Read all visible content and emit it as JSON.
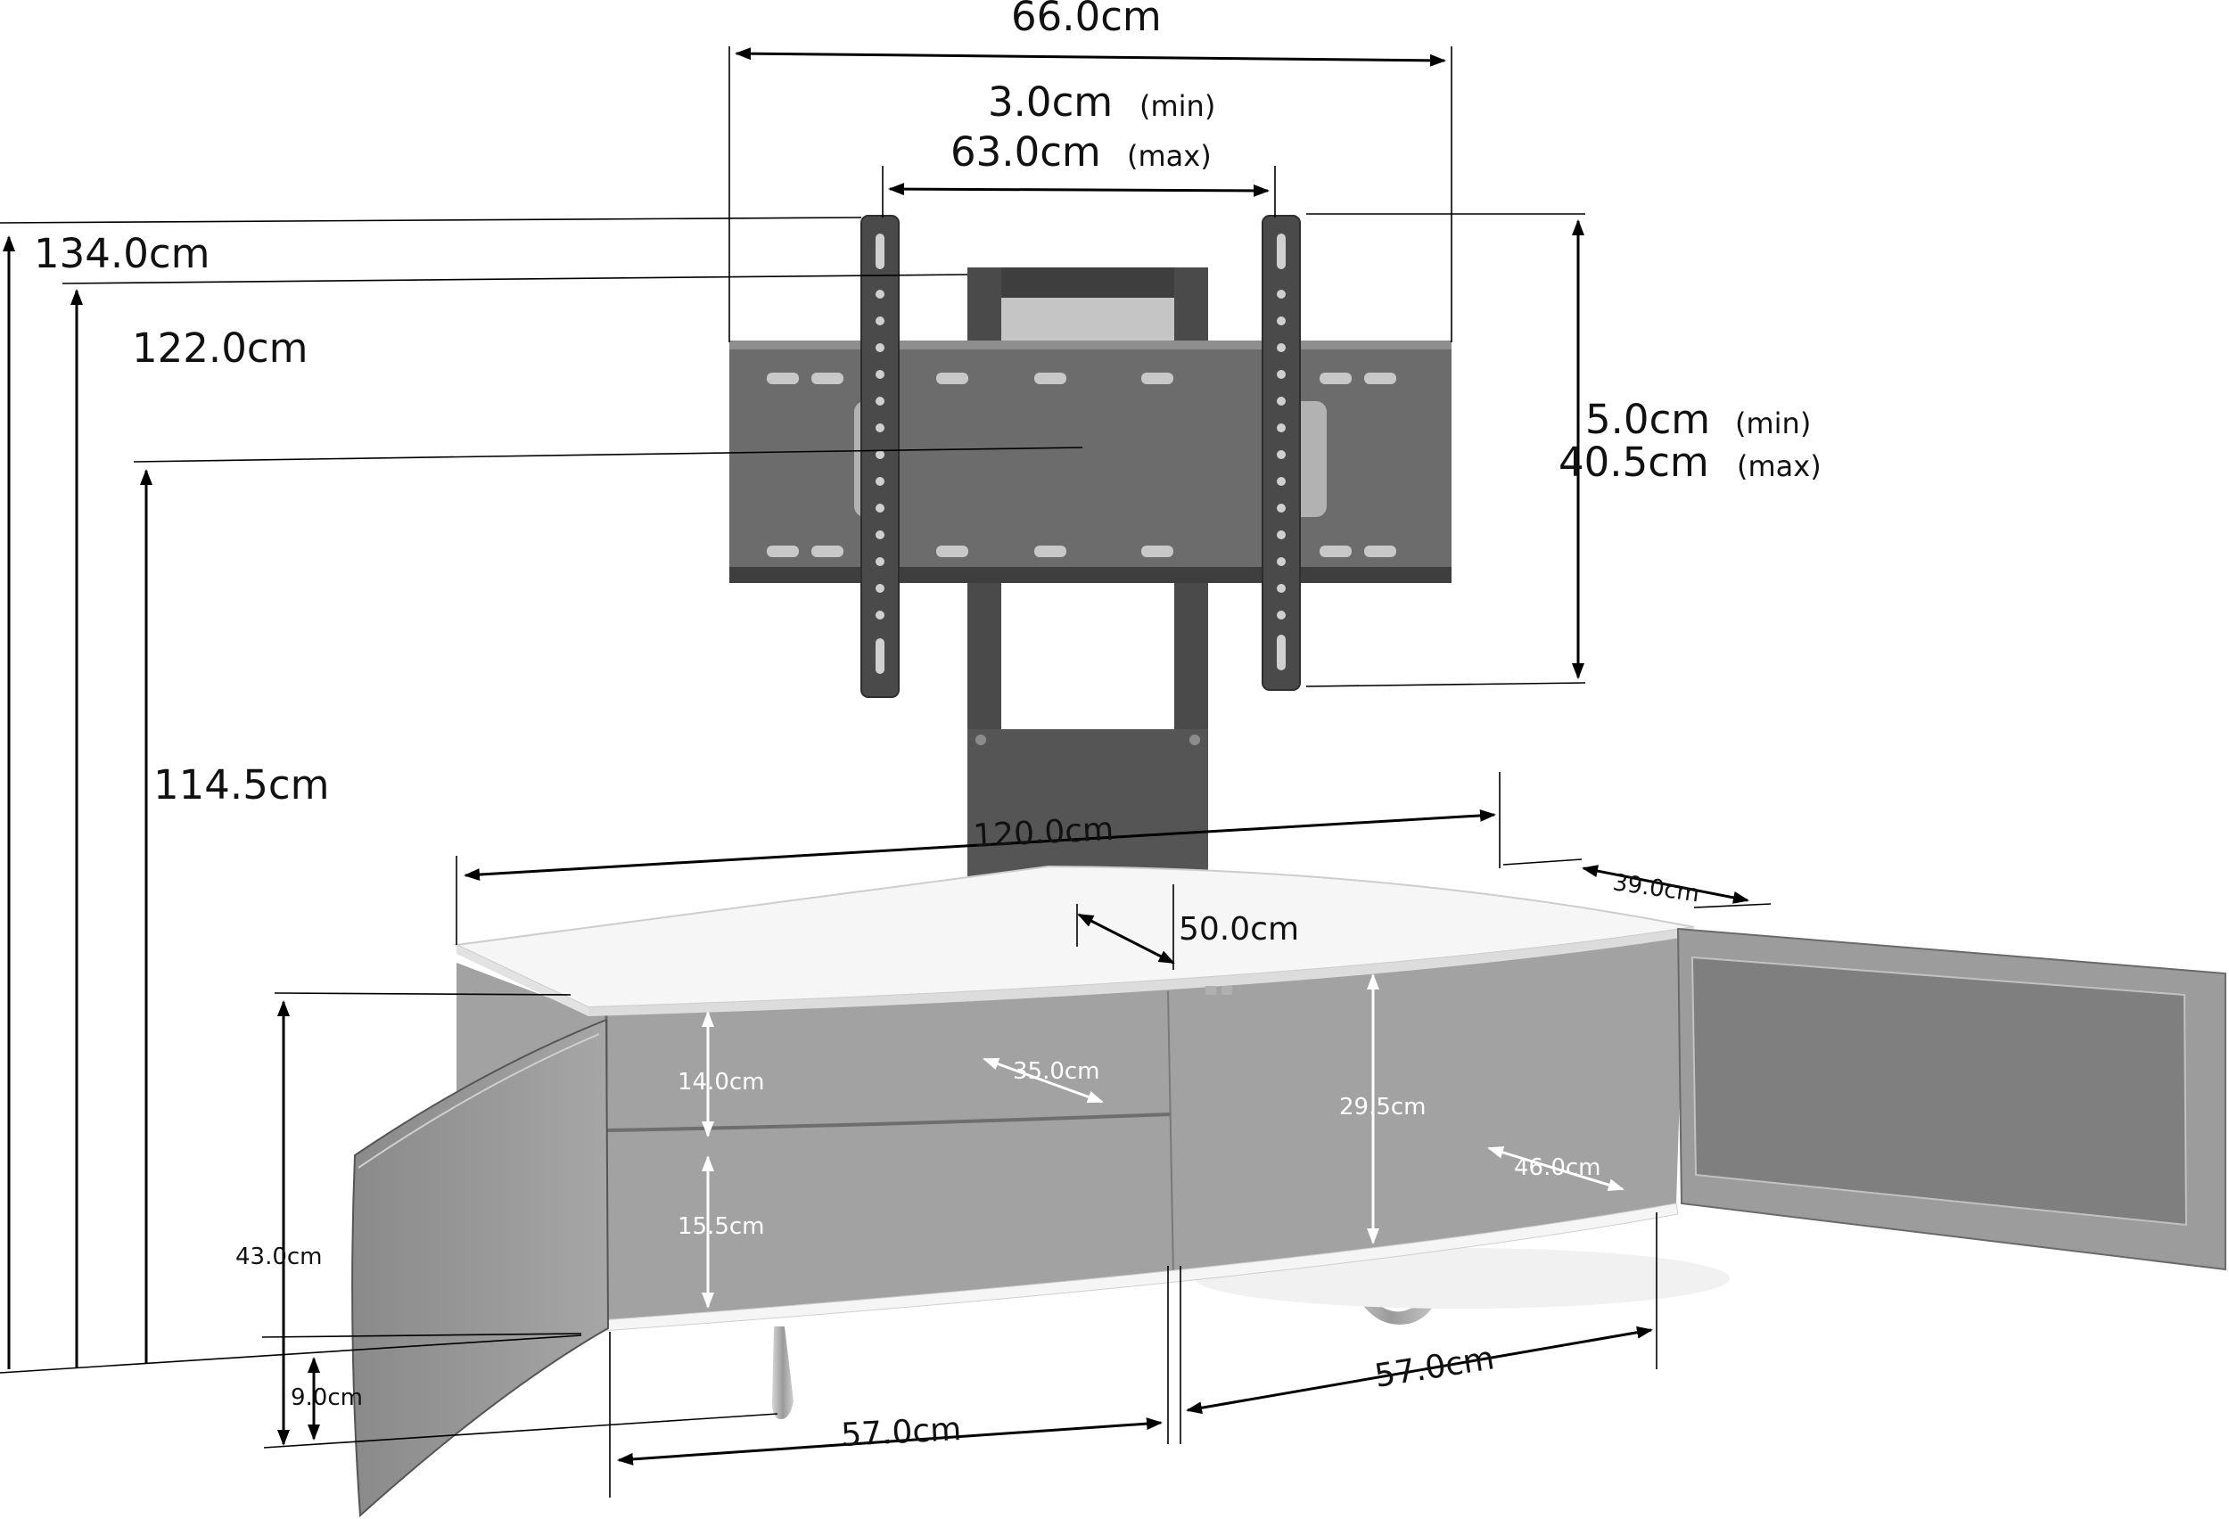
{
  "dimensions": {
    "bracket_width": "66.0cm",
    "bracket_spread_min": "3.0cm",
    "bracket_spread_min_note": "(min)",
    "bracket_spread_max": "63.0cm",
    "bracket_spread_max_note": "(max)",
    "bracket_height_min": "5.0cm",
    "bracket_height_min_note": "(min)",
    "bracket_height_max": "40.5cm",
    "bracket_height_max_note": "(max)",
    "overall_height": "134.0cm",
    "pole_height": "122.0cm",
    "center_height": "114.5cm",
    "cabinet_width": "120.0cm",
    "side_depth": "39.0cm",
    "center_depth": "50.0cm",
    "cabinet_height": "43.0cm",
    "leg_height": "9.0cm",
    "door_left_width": "57.0cm",
    "door_right_width": "57.0cm",
    "upper_shelf_height": "14.0cm",
    "lower_shelf_height": "15.5cm",
    "shelf_depth": "35.0cm",
    "right_compartment_height": "29.5cm",
    "right_compartment_depth": "46.0cm"
  },
  "colors": {
    "cabinet_body": "#a2a2a2",
    "cabinet_top": "#f6f6f6",
    "bracket": "#4a4a4a",
    "mount_plate": "#6c6c6c",
    "pole": "#5a5a5a",
    "glass_door": "#9a9a9a",
    "leg": "#b8b8b8"
  }
}
